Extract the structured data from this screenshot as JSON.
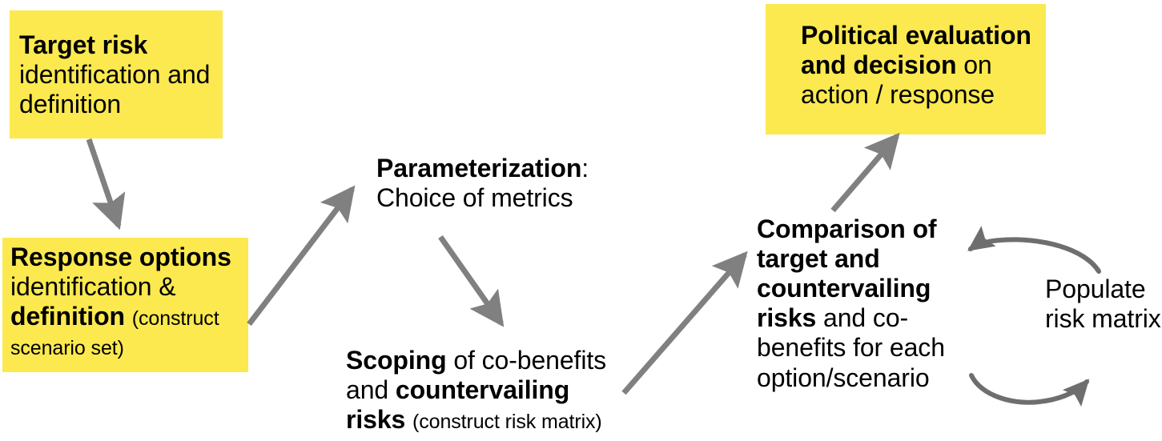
{
  "diagram": {
    "title": "Risk governance decision process flow",
    "accent_color": "#fbe94f",
    "arrow_color": "#808080",
    "text_color": "#000000",
    "nodes": {
      "target_risk": {
        "type": "yellow-box",
        "bold_text": "Target risk",
        "regular_text": "identification and definition",
        "full_text": "Target risk identification and definition"
      },
      "response_options": {
        "type": "yellow-box",
        "bold_text_1": "Response options",
        "regular_text_1": "identification &",
        "bold_text_2": "definition",
        "small_text": "(construct scenario set)",
        "full_text": "Response options identification & definition (construct scenario set)"
      },
      "parameterization": {
        "type": "plain-text",
        "bold_text": "Parameterization",
        "regular_text": ": Choice of metrics",
        "full_text": "Parameterization: Choice of metrics"
      },
      "scoping": {
        "type": "plain-text",
        "bold_text_1": "Scoping",
        "regular_text_1": " of co-benefits and ",
        "bold_text_2": "countervailing risks",
        "small_text": "(construct risk matrix)",
        "full_text": "Scoping of co-benefits and countervailing risks (construct risk matrix)"
      },
      "comparison": {
        "type": "plain-text",
        "bold_text": "Comparison of target and countervailing risks",
        "regular_text": " and co-benefits for each option/scenario",
        "full_text": "Comparison of target and countervailing risks and co-benefits for each option/scenario"
      },
      "political_evaluation": {
        "type": "yellow-box",
        "bold_text": "Political evaluation and decision",
        "regular_text": " on action / response",
        "full_text": "Political evaluation and decision on action / response"
      },
      "populate_risk_matrix": {
        "type": "plain-text",
        "line_1": "Populate",
        "line_2": "risk matrix",
        "full_text": "Populate risk matrix"
      }
    },
    "connectors": [
      {
        "name": "target-risk-to-response-options",
        "from": "target_risk",
        "to": "response_options",
        "style": "straight-arrow"
      },
      {
        "name": "response-options-to-parameterization",
        "from": "response_options",
        "to": "parameterization",
        "style": "straight-arrow"
      },
      {
        "name": "parameterization-to-scoping",
        "from": "parameterization",
        "to": "scoping",
        "style": "straight-arrow"
      },
      {
        "name": "scoping-to-comparison",
        "from": "scoping",
        "to": "comparison",
        "style": "straight-arrow"
      },
      {
        "name": "comparison-to-political-evaluation",
        "from": "comparison",
        "to": "political_evaluation",
        "style": "straight-arrow"
      },
      {
        "name": "comparison-to-populate-loop-top",
        "from": "comparison",
        "to": "populate_risk_matrix",
        "style": "curved-arrow-leftward"
      },
      {
        "name": "populate-to-comparison-loop-bottom",
        "from": "populate_risk_matrix",
        "to": "comparison",
        "style": "curved-arrow-rightward"
      }
    ]
  }
}
